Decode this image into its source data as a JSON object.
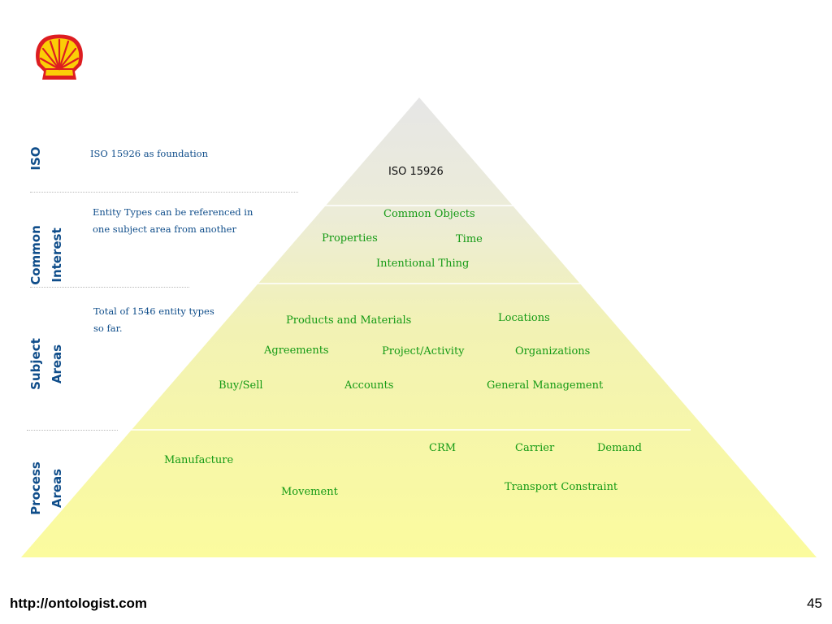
{
  "colors": {
    "accent_blue": "#0f4d8a",
    "term_green": "#149a14",
    "shell_red": "#dd1d21",
    "shell_yellow": "#fbce07"
  },
  "logo": {
    "icon": "shell-logo-icon"
  },
  "layers": {
    "iso": {
      "label": "ISO",
      "note": "ISO 15926 as foundation",
      "terms": [
        "ISO 15926"
      ]
    },
    "common_interest": {
      "label_line1": "Common",
      "label_line2": "Interest",
      "note": "Entity Types can be referenced in one subject area from another",
      "terms": [
        "Common Objects",
        "Properties",
        "Time",
        "Intentional Thing"
      ]
    },
    "subject_areas": {
      "label_line1": "Subject",
      "label_line2": "Areas",
      "note": "Total of 1546 entity types so far.",
      "terms": [
        "Products and Materials",
        "Locations",
        "Agreements",
        "Project/Activity",
        "Organizations",
        "Buy/Sell",
        "Accounts",
        "General Management"
      ]
    },
    "process_areas": {
      "label_line1": "Process",
      "label_line2": "Areas",
      "terms": [
        "CRM",
        "Carrier",
        "Demand",
        "Manufacture",
        "Transport Constraint",
        "Movement"
      ]
    }
  },
  "footer": {
    "url": "http://ontologist.com",
    "page_number": "45"
  }
}
